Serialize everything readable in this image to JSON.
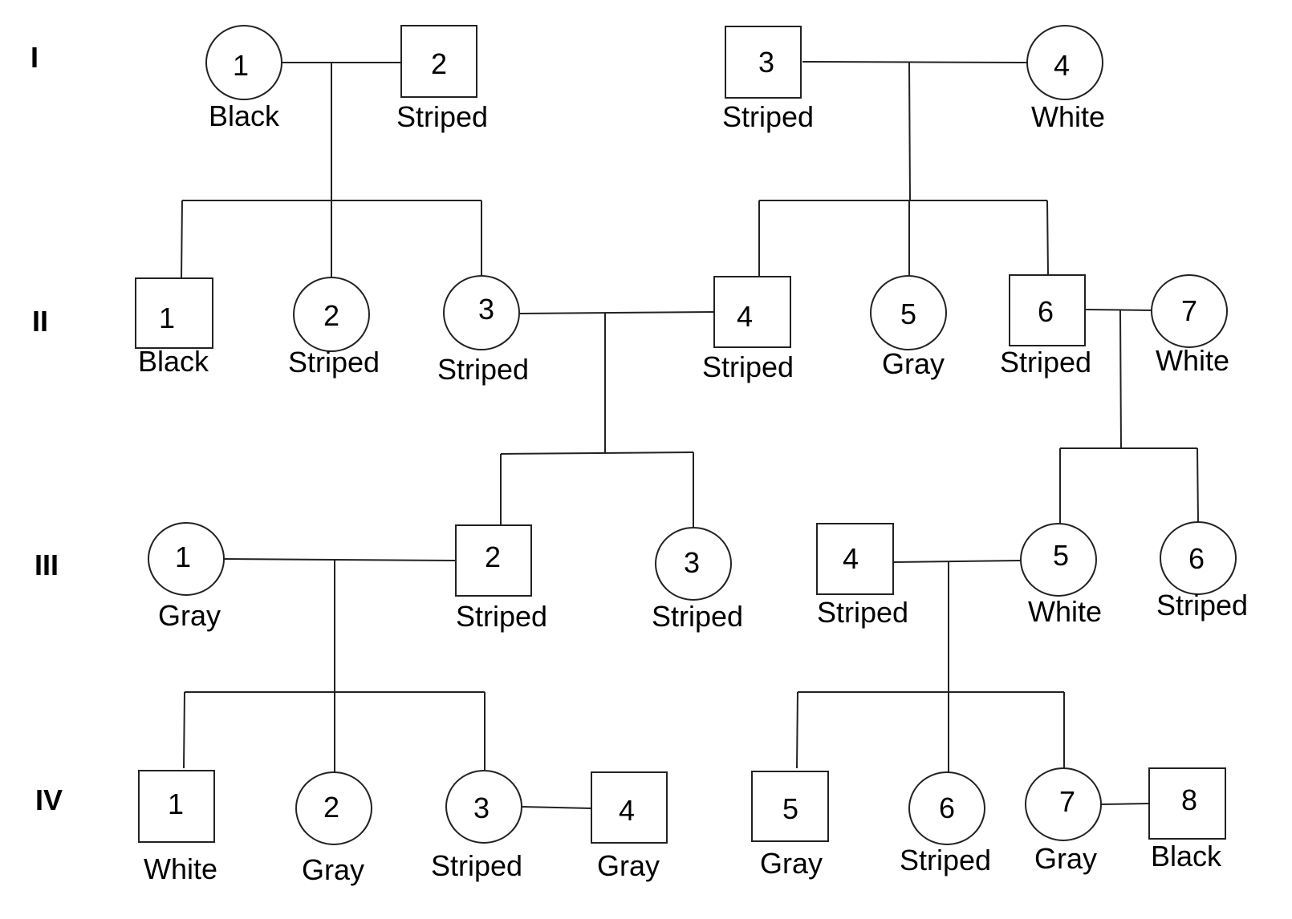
{
  "generations": [
    {
      "id": "I",
      "label": "I",
      "members": [
        {
          "num": "1",
          "sex": "female",
          "phenotype": "Black"
        },
        {
          "num": "2",
          "sex": "male",
          "phenotype": "Striped"
        },
        {
          "num": "3",
          "sex": "male",
          "phenotype": "Striped"
        },
        {
          "num": "4",
          "sex": "female",
          "phenotype": "White"
        }
      ]
    },
    {
      "id": "II",
      "label": "II",
      "members": [
        {
          "num": "1",
          "sex": "male",
          "phenotype": "Black"
        },
        {
          "num": "2",
          "sex": "female",
          "phenotype": "Striped"
        },
        {
          "num": "3",
          "sex": "female",
          "phenotype": "Striped"
        },
        {
          "num": "4",
          "sex": "male",
          "phenotype": "Striped"
        },
        {
          "num": "5",
          "sex": "female",
          "phenotype": "Gray"
        },
        {
          "num": "6",
          "sex": "male",
          "phenotype": "Striped"
        },
        {
          "num": "7",
          "sex": "female",
          "phenotype": "White"
        }
      ]
    },
    {
      "id": "III",
      "label": "III",
      "members": [
        {
          "num": "1",
          "sex": "female",
          "phenotype": "Gray"
        },
        {
          "num": "2",
          "sex": "male",
          "phenotype": "Striped"
        },
        {
          "num": "3",
          "sex": "female",
          "phenotype": "Striped"
        },
        {
          "num": "4",
          "sex": "male",
          "phenotype": "Striped"
        },
        {
          "num": "5",
          "sex": "female",
          "phenotype": "White"
        },
        {
          "num": "6",
          "sex": "female",
          "phenotype": "Striped"
        }
      ]
    },
    {
      "id": "IV",
      "label": "IV",
      "members": [
        {
          "num": "1",
          "sex": "male",
          "phenotype": "White"
        },
        {
          "num": "2",
          "sex": "female",
          "phenotype": "Gray"
        },
        {
          "num": "3",
          "sex": "female",
          "phenotype": "Striped"
        },
        {
          "num": "4",
          "sex": "male",
          "phenotype": "Gray"
        },
        {
          "num": "5",
          "sex": "male",
          "phenotype": "Gray"
        },
        {
          "num": "6",
          "sex": "female",
          "phenotype": "Striped"
        },
        {
          "num": "7",
          "sex": "female",
          "phenotype": "Gray"
        },
        {
          "num": "8",
          "sex": "male",
          "phenotype": "Black"
        }
      ]
    }
  ]
}
